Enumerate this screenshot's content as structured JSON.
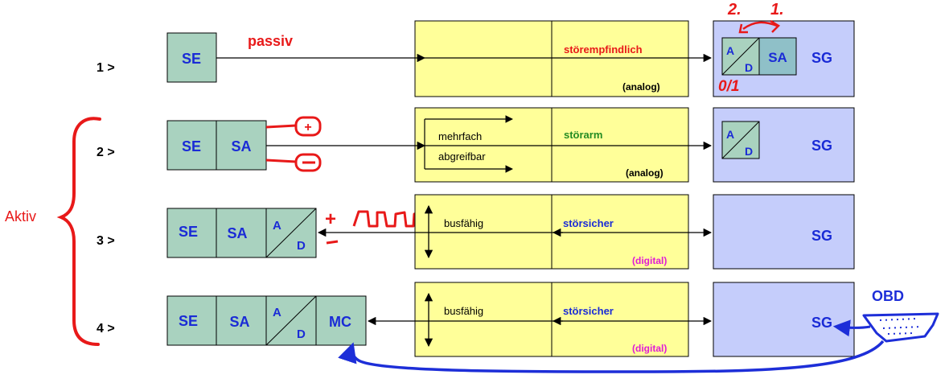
{
  "colors": {
    "green": "#a9d2bf",
    "yellow": "#ffff99",
    "lilac": "#c5cdfb",
    "blue_text": "#1a2bd6",
    "red": "#e81919",
    "green_text": "#238b23",
    "magenta": "#e01bd6",
    "ink": "#1d2ed8"
  },
  "annotations": {
    "aktiv": "Aktiv",
    "passiv": "passiv",
    "order_2": "2.",
    "order_1": "1.",
    "zero_one": "0/1",
    "plus": "+",
    "minus": "-",
    "obd": "OBD"
  },
  "rows": [
    {
      "number": "1 >",
      "blocks": [
        "SE"
      ],
      "mid_label": "störempfindlich",
      "signal": "(analog)",
      "sg": "SG",
      "sg_blocks": [
        "A",
        "D",
        "SA"
      ]
    },
    {
      "number": "2 >",
      "blocks": [
        "SE",
        "SA"
      ],
      "branch_top": "mehrfach",
      "branch_bottom": "abgreifbar",
      "mid_label": "störarm",
      "signal": "(analog)",
      "sg": "SG",
      "sg_blocks": [
        "A",
        "D"
      ]
    },
    {
      "number": "3 >",
      "blocks": [
        "SE",
        "SA",
        "A",
        "D"
      ],
      "bus_label": "busfähig",
      "mid_label": "störsicher",
      "signal": "(digital)",
      "sg": "SG"
    },
    {
      "number": "4 >",
      "blocks": [
        "SE",
        "SA",
        "A",
        "D",
        "MC"
      ],
      "bus_label": "busfähig",
      "mid_label": "störsicher",
      "signal": "(digital)",
      "sg": "SG"
    }
  ]
}
